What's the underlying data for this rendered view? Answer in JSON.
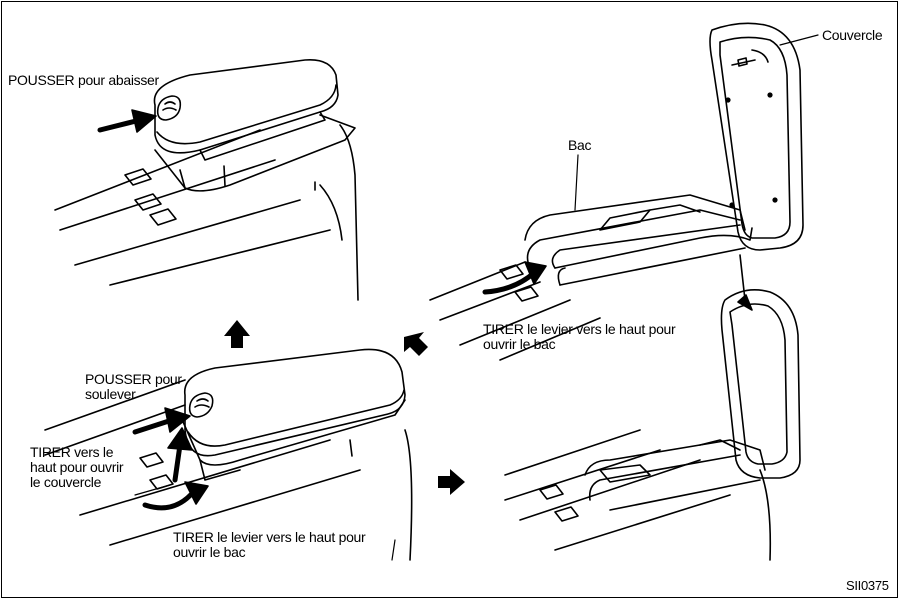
{
  "labels": {
    "push_lower": "POUSSER pour abaisser",
    "cover": "Couvercle",
    "tray": "Bac",
    "pull_lever_top": [
      "TIRER le levier vers le haut pour",
      "ouvrir le bac"
    ],
    "push_raise": [
      "POUSSER pour",
      "soulever"
    ],
    "pull_up_cover": [
      "TIRER vers le",
      "haut pour ouvrir",
      "le couvercle"
    ],
    "pull_lever_bottom": [
      "TIRER le levier vers le haut pour",
      "ouvrir le bac"
    ],
    "figure_code": "SII0375"
  },
  "icons": [
    "arrow-up-icon",
    "arrow-up-left-icon",
    "arrow-right-icon"
  ],
  "colors": {
    "line": "#000000",
    "background": "#ffffff"
  }
}
